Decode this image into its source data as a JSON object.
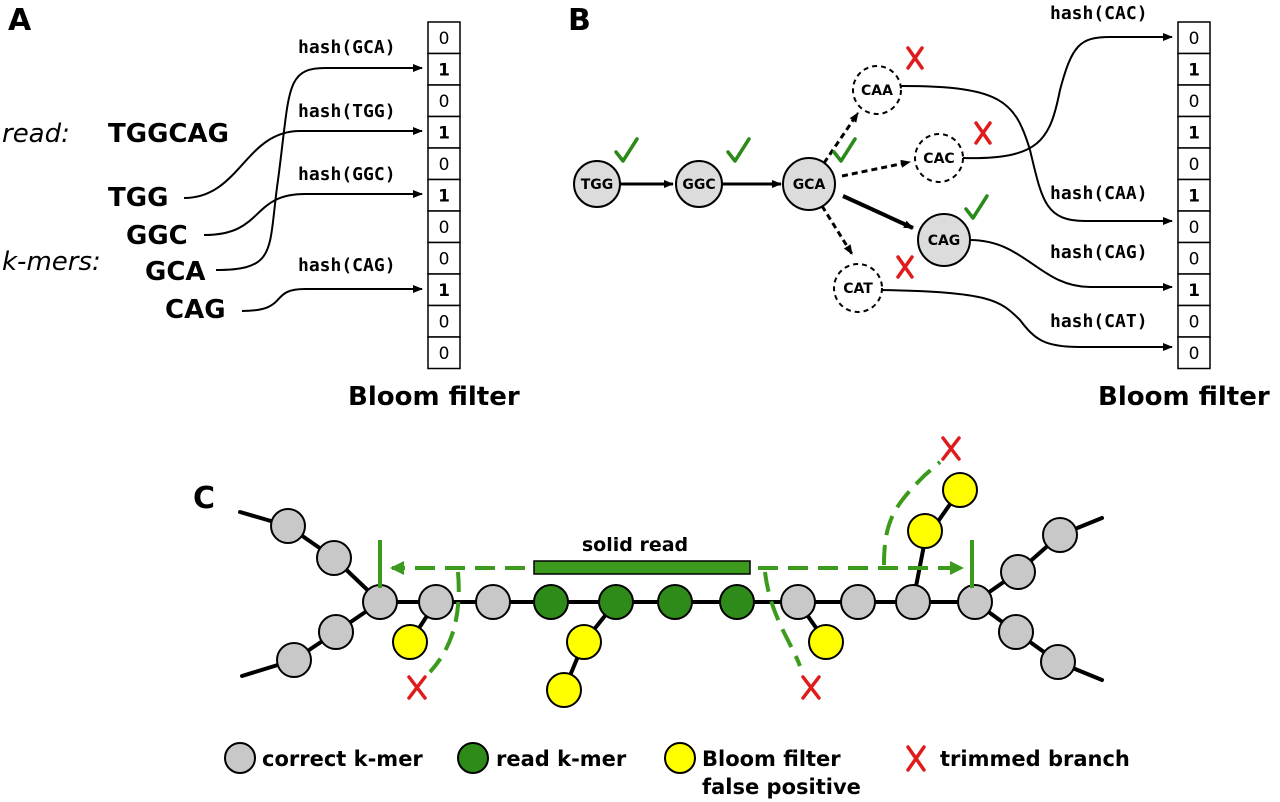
{
  "panel_a": {
    "letter": "A",
    "read_label": "read:",
    "read_seq": "TGGCAG",
    "kmers_label": "k-mers:",
    "kmers": [
      "TGG",
      "GGC",
      "GCA",
      "CAG"
    ],
    "hashes": [
      "hash(GCA)",
      "hash(TGG)",
      "hash(GGC)",
      "hash(CAG)"
    ],
    "bits": [
      "0",
      "1",
      "0",
      "1",
      "0",
      "1",
      "0",
      "0",
      "1",
      "0",
      "0"
    ],
    "title": "Bloom filter"
  },
  "panel_b": {
    "letter": "B",
    "nodes": [
      "TGG",
      "GGC",
      "GCA",
      "CAA",
      "CAC",
      "CAG",
      "CAT"
    ],
    "hashes": [
      "hash(CAC)",
      "hash(CAA)",
      "hash(CAG)",
      "hash(CAT)"
    ],
    "bits": [
      "0",
      "1",
      "0",
      "1",
      "0",
      "1",
      "0",
      "0",
      "1",
      "0",
      "0"
    ],
    "title": "Bloom filter"
  },
  "panel_c": {
    "letter": "C",
    "solid_read_label": "solid read"
  },
  "legend": {
    "correct": "correct k-mer",
    "read": "read k-mer",
    "false_positive_line1": "Bloom filter",
    "false_positive_line2": "false positive",
    "trimmed": "trimmed branch"
  },
  "colors": {
    "correct_fill": "#c8c8c8",
    "read_fill": "#2e8b1a",
    "fp_fill": "#ffff00",
    "check": "#2a8a1a",
    "cross": "#e01b1b",
    "path": "#3c9a1c"
  }
}
